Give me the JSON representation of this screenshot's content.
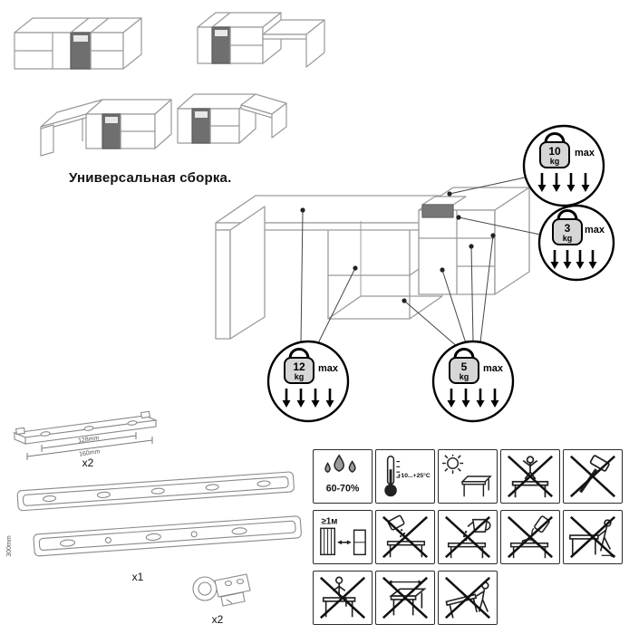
{
  "title": "Универсальная сборка.",
  "badges": {
    "b10": {
      "value": "10",
      "unit": "kg",
      "max": "max"
    },
    "b3": {
      "value": "3",
      "unit": "kg",
      "max": "max"
    },
    "b12": {
      "value": "12",
      "unit": "kg",
      "max": "max"
    },
    "b5": {
      "value": "5",
      "unit": "kg",
      "max": "max"
    }
  },
  "hardware": {
    "rail_short": {
      "count": "x2",
      "dim1": "128mm",
      "dim2": "160mm"
    },
    "rail_long": {
      "count": "x1",
      "length": "300mm"
    },
    "hinge": {
      "count": "x2"
    }
  },
  "care": {
    "humidity": "60-70%",
    "temperature": "+10...+25°C",
    "min_distance": "≥1м"
  }
}
